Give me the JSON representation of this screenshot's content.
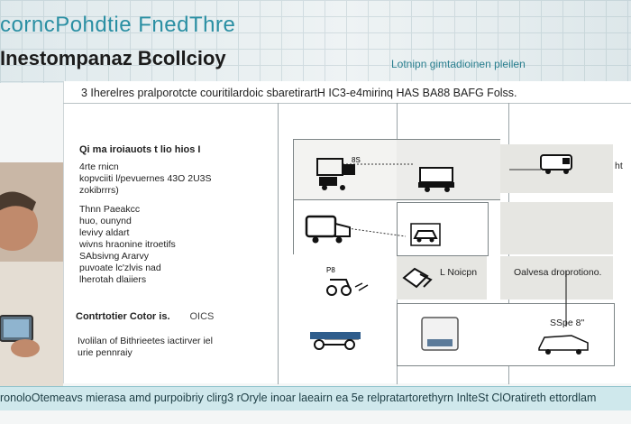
{
  "header": {
    "title": "corncPohdtie FnedThre",
    "subtitle": "Inestompanaz Bcollcioy",
    "right_caption": "Lotnipn gimtadioinen pleilen"
  },
  "table": {
    "header_line": "3 Iherelres pralporotcte couritilardoic sbaretirartH IC3-e4mirinq HAS BA88 BAFG Folss.",
    "left_heading": "Qi ma iroiauots t lio hios I",
    "left_blocks": [
      "4rte rnicn\nkopvciiti l/pevuernes 43O 2U3S\nzokibrrrs)",
      "Thnn Paeakcc\nhuo, ounynd\nlevivy aldart\nwivns hraonine itroetifs\nSAbsivng Ararvy\npuvoate lc'zlvis nad\nlherotah dlaiiers"
    ],
    "left_bottom_label": "Contrtotier Cotor is.",
    "left_bottom_right": "OICS",
    "left_bottom_text": "Ivolilan of Bithrieetes iactirver iel\nurie pennraiy",
    "row3_label_a": "L Noicpn",
    "row3_label_b": "Oalvesa droprotiono.",
    "row4_label": "SSpe 8\"",
    "top_right_tick": "ht"
  },
  "footer": {
    "text": "ronoloOtemeavs mierasa amd purpoibriy clirg3 rOryle inoar laeairn ea 5e relpratartorethyrn InlteSt ClOratireth ettordlam"
  },
  "icons": [
    "truck-icon",
    "trailer-icon",
    "van-icon",
    "bike-icon",
    "parcel-icon",
    "bus-icon",
    "car-icon",
    "conveyor-icon",
    "person-photo"
  ]
}
